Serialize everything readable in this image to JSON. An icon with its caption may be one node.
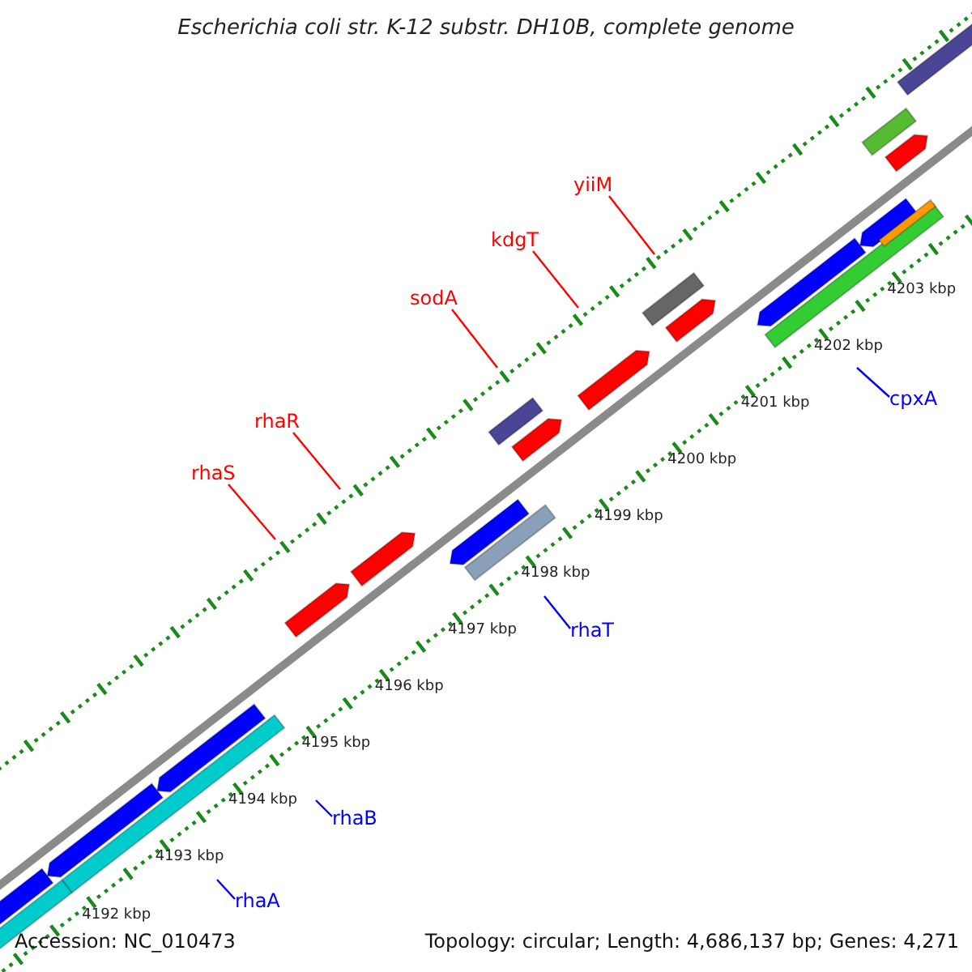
{
  "diagram": {
    "title": "Escherichia coli str. K-12 substr. DH10B, complete genome",
    "nodes": [
      {
        "text": [
          "rhaS"
        ]
      },
      {
        "text": [
          "rhaR"
        ]
      },
      {
        "text": [
          "sodA"
        ]
      },
      {
        "text": [
          "kdgT"
        ]
      },
      {
        "text": [
          "yiiM"
        ]
      },
      {
        "text": [
          "cpxA"
        ]
      },
      {
        "text": [
          "rhaT"
        ]
      },
      {
        "text": [
          "rhaB"
        ]
      },
      {
        "text": [
          "rhaA"
        ]
      }
    ],
    "edges": [
      {
        "from": 0,
        "to": null,
        "arrow": "none"
      },
      {
        "from": 1,
        "to": null,
        "arrow": "none"
      },
      {
        "from": 2,
        "to": null,
        "arrow": "none"
      },
      {
        "from": 3,
        "to": null,
        "arrow": "none"
      },
      {
        "from": 4,
        "to": null,
        "arrow": "none"
      },
      {
        "from": 5,
        "to": null,
        "arrow": "none",
        "color": "#0000ff"
      },
      {
        "from": 6,
        "to": null,
        "arrow": "none",
        "color": "#0000ff"
      },
      {
        "from": 7,
        "to": null,
        "arrow": "none",
        "color": "#0000ff"
      },
      {
        "from": 8,
        "to": null,
        "arrow": "none",
        "color": "#0000ff"
      }
    ],
    "labels": [
      "4203 kbp",
      "4202 kbp",
      "4201 kbp",
      "4200 kbp",
      "4199 kbp",
      "4198 kbp",
      "4197 kbp",
      "4196 kbp",
      "4195 kbp",
      "4194 kbp",
      "4193 kbp",
      "4192 kbp",
      "Accession: NC_010473",
      "Topology: circular; Length: 4,686,137 bp; Genes: 4,271"
    ]
  }
}
